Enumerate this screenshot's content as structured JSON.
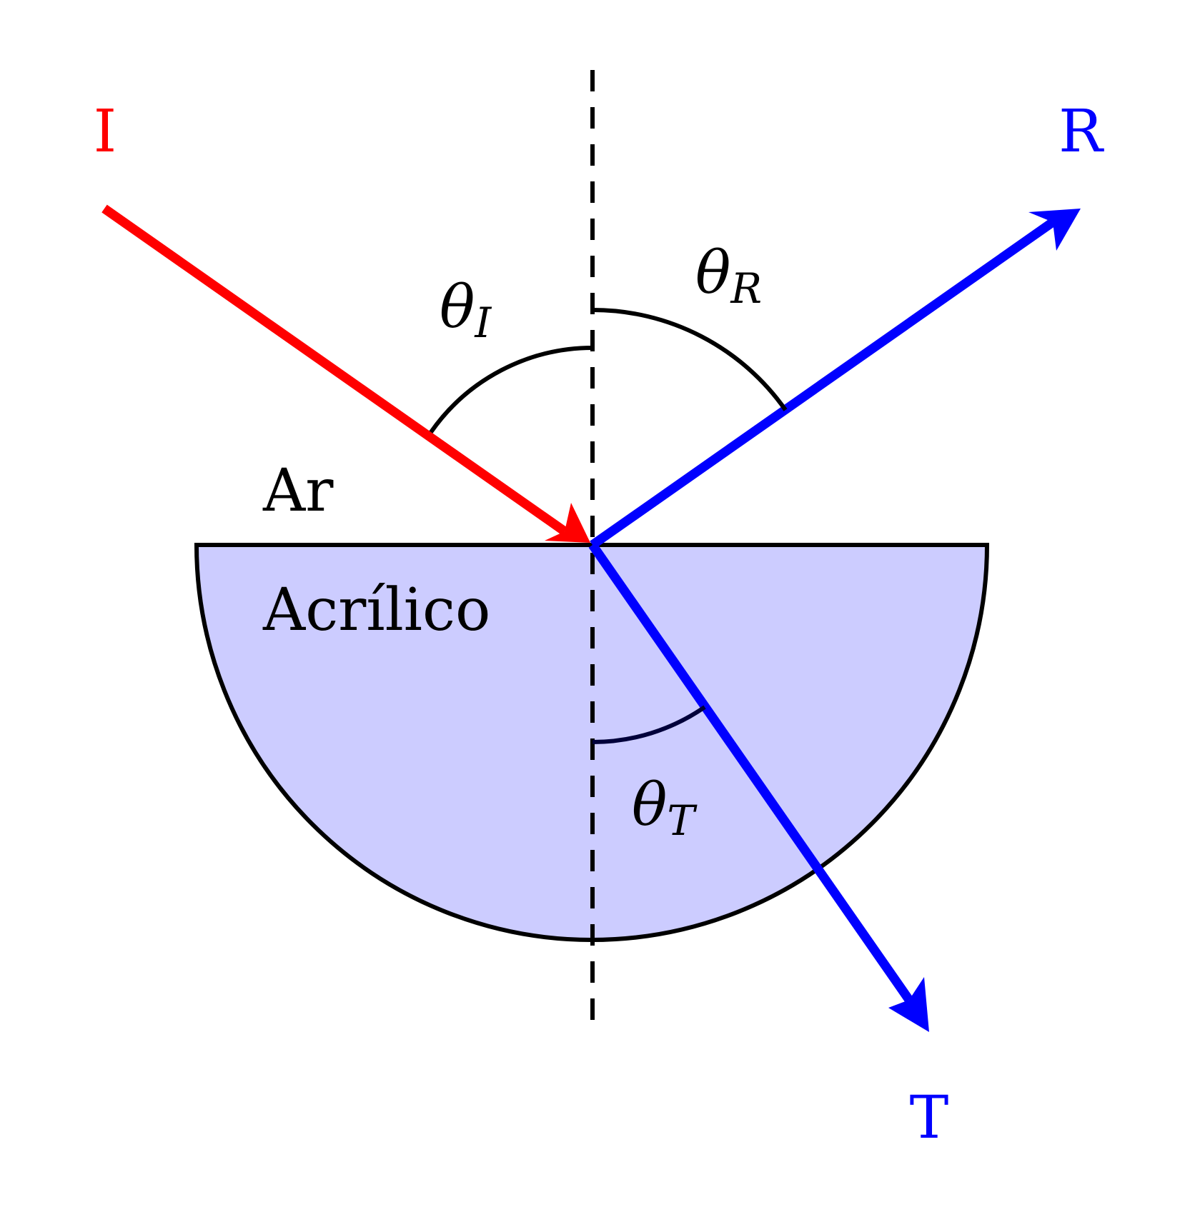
{
  "media": {
    "upper": "Ar",
    "lower": "Acrílico",
    "lower_fill": "#ccccff"
  },
  "rays": {
    "incident": {
      "label": "I",
      "color": "#ff0000"
    },
    "reflected": {
      "label": "R",
      "color": "#0000ff"
    },
    "transmitted": {
      "label": "T",
      "color": "#0000ff"
    }
  },
  "angles": {
    "incident": {
      "symbol": "θ",
      "subscript": "I"
    },
    "reflected": {
      "symbol": "θ",
      "subscript": "R"
    },
    "transmitted": {
      "symbol": "θ",
      "subscript": "T"
    }
  }
}
